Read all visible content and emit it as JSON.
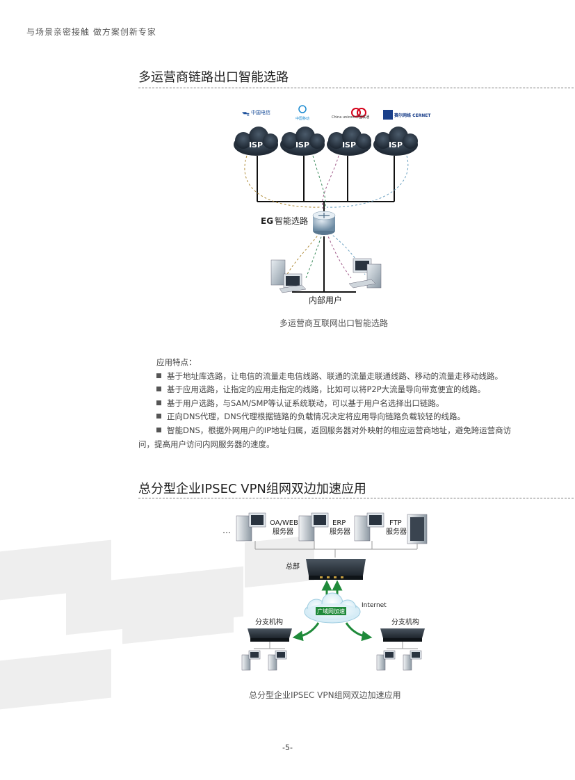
{
  "header": {
    "tagline": "与场景亲密接触   做方案创新专家"
  },
  "section1": {
    "title": "多运营商链路出口智能选路",
    "diagram": {
      "isp_label": "ISP",
      "router_label_bold": "EG",
      "router_label": "智能选路",
      "users_label": "内部用户",
      "logos": [
        "中国电信",
        "中国移动",
        "China unicom中国联通",
        "赛尔网络 CERNET"
      ]
    },
    "caption": "多运营商互联网出口智能选路"
  },
  "features": {
    "intro": "应用特点：",
    "items": [
      "基于地址库选路，让电信的流量走电信线路、联通的流量走联通线路、移动的流量走移动线路。",
      "基于应用选路，让指定的应用走指定的线路，比如可以将P2P大流量导向带宽便宜的线路。",
      "基于用户选路，与SAM/SMP等认证系统联动，可以基于用户名选择出口链路。",
      "正向DNS代理，DNS代理根据链路的负载情况决定将应用导向链路负载较轻的线路。",
      "智能DNS，根据外网用户的IP地址归属，返回服务器对外映射的相应运营商地址，避免跨运营商访问，提高用户访问内网服务器的速度。"
    ]
  },
  "section2": {
    "title": "总分型企业IPSEC VPN组网双边加速应用",
    "diagram": {
      "ellipsis": "…",
      "servers": [
        {
          "name": "OA/WEB",
          "sub": "服务器"
        },
        {
          "name": "ERP",
          "sub": "服务器"
        },
        {
          "name": "FTP",
          "sub": "服务器"
        }
      ],
      "hq_label": "总部",
      "internet_label": "Internet",
      "wan_accel_label": "广域网加速",
      "branch_label": "分支机构"
    },
    "caption": "总分型企业IPSEC VPN组网双边加速应用"
  },
  "footer": {
    "page_number": "-5-"
  }
}
